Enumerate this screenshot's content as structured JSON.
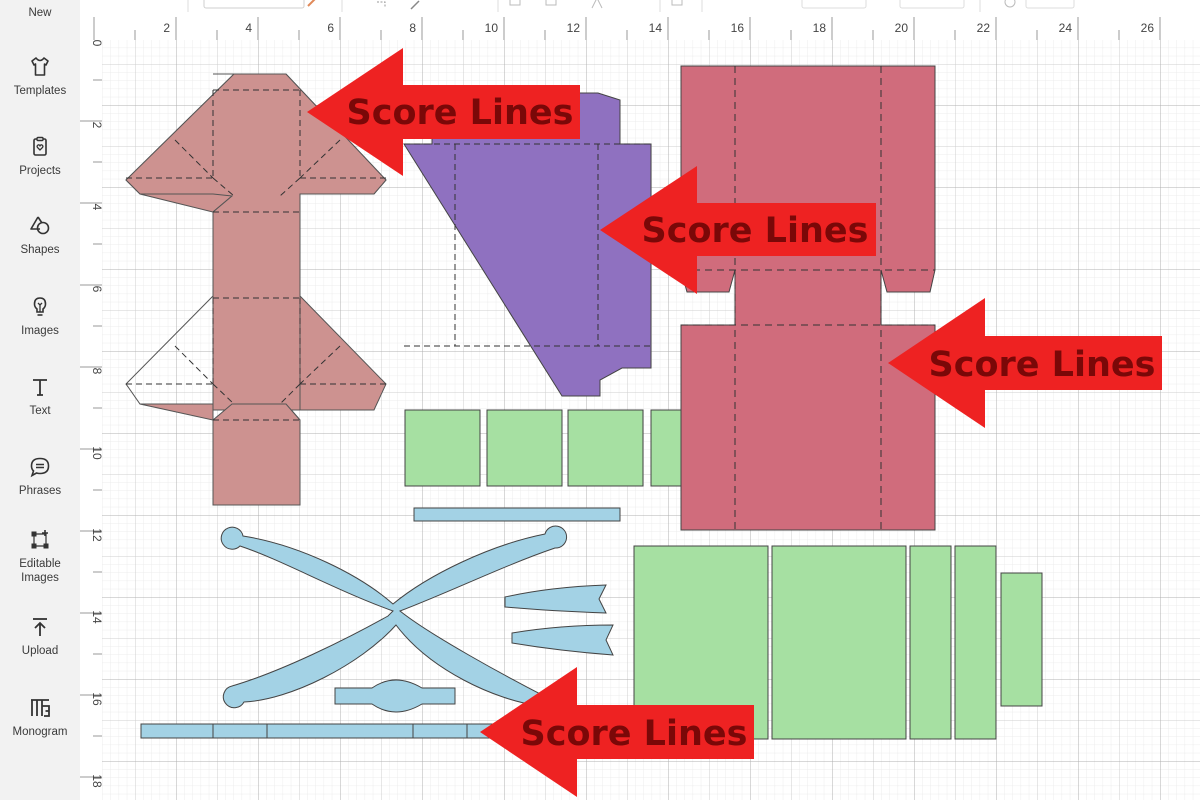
{
  "sidebar": {
    "new_label": "New",
    "items": [
      {
        "label": "Templates",
        "icon": "tshirt-icon"
      },
      {
        "label": "Projects",
        "icon": "projects-icon"
      },
      {
        "label": "Shapes",
        "icon": "shapes-icon"
      },
      {
        "label": "Images",
        "icon": "lightbulb-icon"
      },
      {
        "label": "Text",
        "icon": "text-icon"
      },
      {
        "label": "Phrases",
        "icon": "speech-bubble-icon"
      },
      {
        "label": "Editable Images",
        "icon": "editable-images-icon"
      },
      {
        "label": "Upload",
        "icon": "upload-icon"
      },
      {
        "label": "Monogram",
        "icon": "monogram-icon"
      }
    ]
  },
  "ruler": {
    "horizontal": [
      "2",
      "4",
      "6",
      "8",
      "10",
      "12",
      "14",
      "16",
      "18",
      "20",
      "22",
      "24",
      "26"
    ],
    "vertical": [
      "0",
      "2",
      "4",
      "6",
      "8",
      "10",
      "12",
      "14",
      "16",
      "18"
    ]
  },
  "annotations": [
    {
      "text": "Score Lines"
    },
    {
      "text": "Score Lines"
    },
    {
      "text": "Score Lines"
    },
    {
      "text": "Score Lines"
    }
  ],
  "colors": {
    "rose": "#cd9290",
    "purple": "#8f71c0",
    "crimson": "#d06c7c",
    "green": "#a6e0a2",
    "blue": "#a3d2e5",
    "callout_red": "#ee2222",
    "callout_text": "#7a0808"
  }
}
